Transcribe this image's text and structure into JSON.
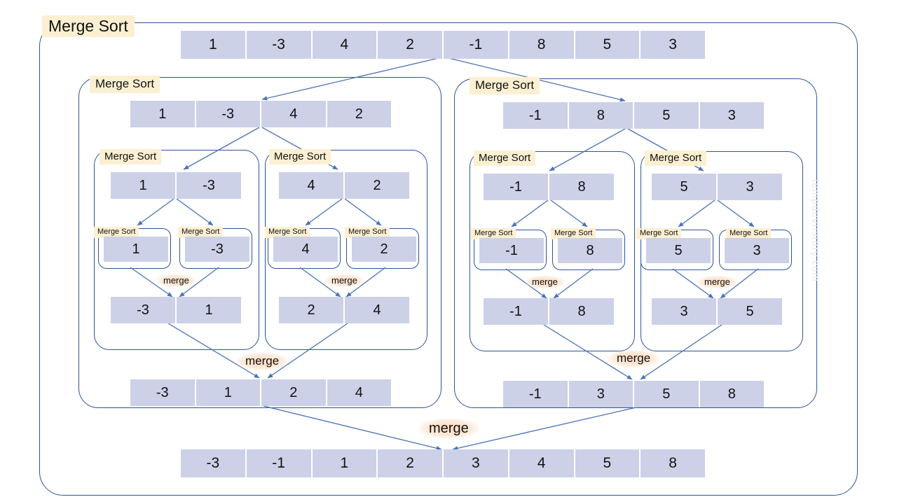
{
  "title": "Merge Sort",
  "labels": {
    "merge_sort": "Merge Sort",
    "merge": "merge"
  },
  "watermark": "tempdevtistory.com",
  "colors": {
    "frame_border": "#2e5496",
    "cell_fill": "#ccd1e8",
    "label_highlight": "#fdf0d2",
    "merge_glow": "#fcd6ba",
    "arrow": "#4a72b8",
    "text": "#111111",
    "watermark": "#e9e9ea"
  },
  "levels": {
    "root": {
      "label": "Merge Sort",
      "array": [
        "1",
        "-3",
        "4",
        "2",
        "-1",
        "8",
        "5",
        "3"
      ],
      "result": [
        "-3",
        "-1",
        "1",
        "2",
        "3",
        "4",
        "5",
        "8"
      ],
      "merge_label": "merge"
    },
    "level2": [
      {
        "label": "Merge Sort",
        "array": [
          "1",
          "-3",
          "4",
          "2"
        ],
        "result": [
          "-3",
          "1",
          "2",
          "4"
        ],
        "merge_label": "merge"
      },
      {
        "label": "Merge Sort",
        "array": [
          "-1",
          "8",
          "5",
          "3"
        ],
        "result": [
          "-1",
          "3",
          "5",
          "8"
        ],
        "merge_label": "merge"
      }
    ],
    "level3": [
      {
        "label": "Merge Sort",
        "array": [
          "1",
          "-3"
        ],
        "result": [
          "-3",
          "1"
        ],
        "merge_label": "merge"
      },
      {
        "label": "Merge Sort",
        "array": [
          "4",
          "2"
        ],
        "result": [
          "2",
          "4"
        ],
        "merge_label": "merge"
      },
      {
        "label": "Merge Sort",
        "array": [
          "-1",
          "8"
        ],
        "result": [
          "-1",
          "8"
        ],
        "merge_label": "merge"
      },
      {
        "label": "Merge Sort",
        "array": [
          "5",
          "3"
        ],
        "result": [
          "3",
          "5"
        ],
        "merge_label": "merge"
      }
    ],
    "level4": [
      {
        "label": "Merge Sort",
        "array": [
          "1"
        ]
      },
      {
        "label": "Merge Sort",
        "array": [
          "-3"
        ]
      },
      {
        "label": "Merge Sort",
        "array": [
          "4"
        ]
      },
      {
        "label": "Merge Sort",
        "array": [
          "2"
        ]
      },
      {
        "label": "Merge Sort",
        "array": [
          "-1"
        ]
      },
      {
        "label": "Merge Sort",
        "array": [
          "8"
        ]
      },
      {
        "label": "Merge Sort",
        "array": [
          "5"
        ]
      },
      {
        "label": "Merge Sort",
        "array": [
          "3"
        ]
      }
    ]
  }
}
